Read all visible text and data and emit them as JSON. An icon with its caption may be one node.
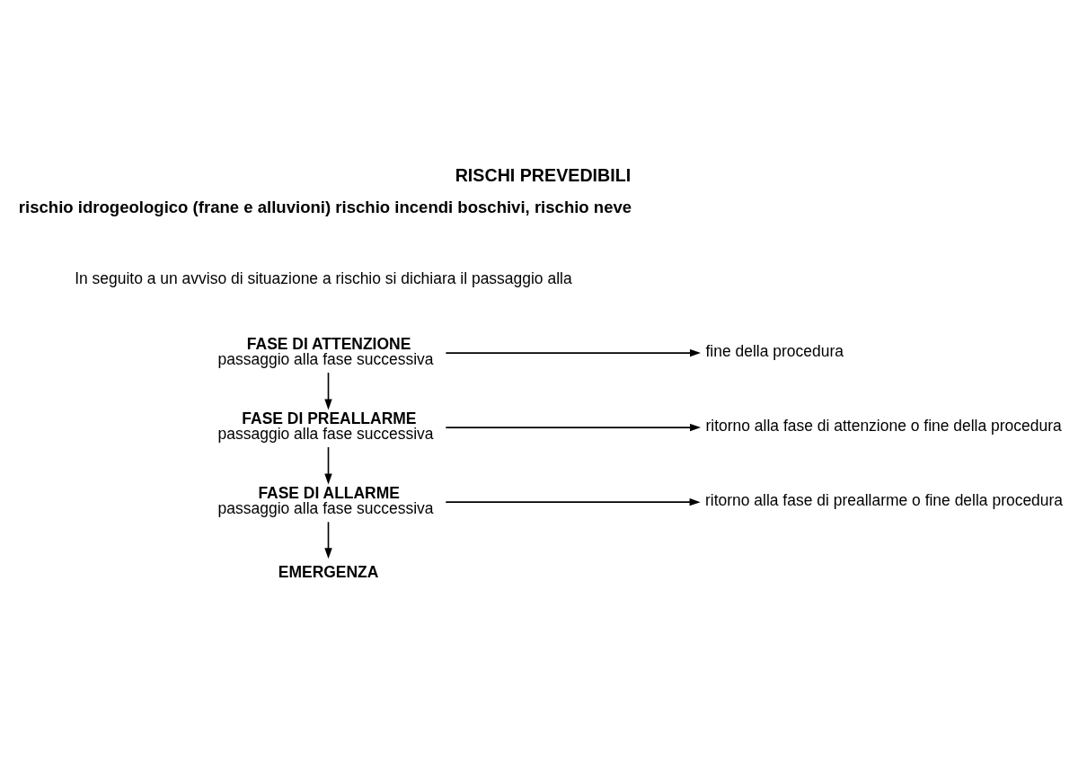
{
  "diagram": {
    "title": "RISCHI PREVEDIBILI",
    "nodes": [
      {
        "text": [
          "FASE DI ATTENZIONE",
          "passaggio alla fase successiva"
        ]
      },
      {
        "text": [
          "fine della procedura"
        ]
      },
      {
        "text": [
          "FASE DI PREALLARME",
          "passaggio alla fase successiva"
        ]
      },
      {
        "text": [
          "ritorno alla fase di attenzione o fine della procedura"
        ]
      },
      {
        "text": [
          "FASE DI ALLARME",
          "passaggio alla fase successiva"
        ]
      },
      {
        "text": [
          "ritorno alla fase di preallarme o fine della procedura"
        ]
      },
      {
        "text": [
          "EMERGENZA"
        ]
      }
    ],
    "edges": [
      {
        "from": 0,
        "to": 1,
        "arrow": "to"
      },
      {
        "from": 0,
        "to": 2,
        "arrow": "to"
      },
      {
        "from": 2,
        "to": 3,
        "arrow": "to"
      },
      {
        "from": 2,
        "to": 4,
        "arrow": "to"
      },
      {
        "from": 4,
        "to": 5,
        "arrow": "to"
      },
      {
        "from": 4,
        "to": 6,
        "arrow": "to"
      }
    ],
    "labels": [
      "rischio idrogeologico (frane e alluvioni) rischio incendi boschivi, rischio neve",
      "In seguito a un avviso di situazione a rischio si dichiara il passaggio alla"
    ]
  }
}
